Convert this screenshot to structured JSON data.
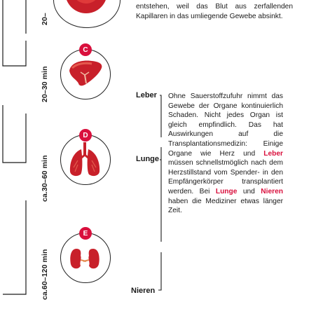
{
  "time_labels": [
    "20–",
    "20–30 min",
    "ca.30–60 min",
    "ca.60–120 min"
  ],
  "badges": [
    "C",
    "D",
    "E"
  ],
  "organs": [
    "Leber",
    "Lunge",
    "Nieren"
  ],
  "top_text": "entstehen, weil das Blut aus zerfallenden Kapillaren in das umliegende Gewebe absinkt.",
  "main_text": {
    "part1": "Ohne Sauerstoffzufuhr nimmt das Gewebe der Organe kontinuierlich Schaden. Nicht jedes Organ ist gleich empfindlich. Das hat Auswirkungen auf die Transplantationsmedizin: Einige Organe wie Herz und ",
    "leber": "Leber",
    "part2": " müssen schnellstmöglich nach dem Herzstillstand vom Spender- in den Empfängerkörper transplantiert werden. Bei ",
    "lunge": "Lunge",
    "part3": " und ",
    "nieren": "Nieren",
    "part4": " haben die Mediziner etwas länger Zeit."
  },
  "colors": {
    "accent": "#d9103d",
    "organ": "#c8202a",
    "line": "#1a1a1a"
  },
  "icons": [
    "blood-organ-icon",
    "liver-icon",
    "lungs-icon",
    "kidneys-icon"
  ]
}
